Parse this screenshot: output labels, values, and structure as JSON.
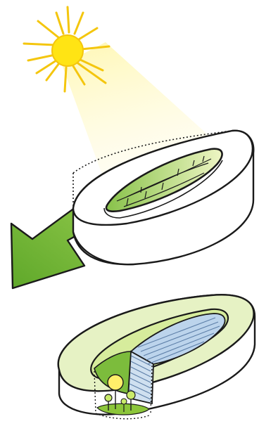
{
  "diagram": {
    "panels": [
      {
        "id": "sunlight-concept",
        "elements": [
          "sun",
          "light-beam",
          "ring-building",
          "courtyard-garden",
          "green-arrow"
        ]
      },
      {
        "id": "courtyard-section",
        "elements": [
          "ring-building",
          "garden-ring",
          "water-courtyard",
          "trees"
        ]
      }
    ],
    "colors": {
      "sun": "#ffe414",
      "sun_rays": "#f4c60e",
      "beam": "#fff4a8",
      "green_dark": "#6ab02e",
      "green_light": "#d6ec9c",
      "green_pale": "#e6f2c4",
      "water_blue": "#bcd4ec",
      "water_lines": "#5d7fa8",
      "outline": "#1a1a1a"
    }
  }
}
